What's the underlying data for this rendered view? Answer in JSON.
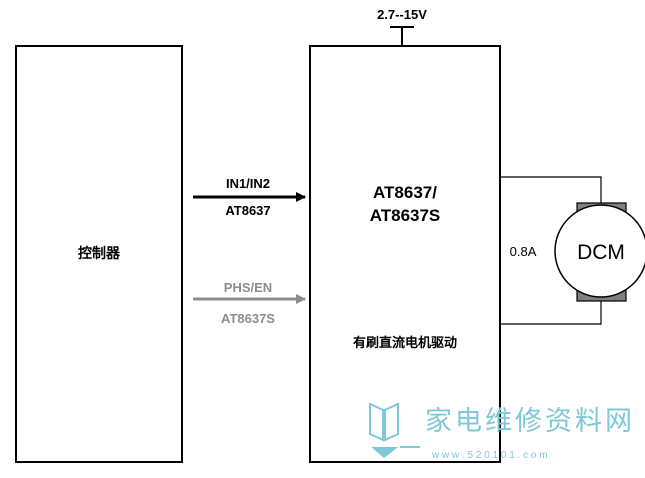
{
  "diagram": {
    "supply_label": "2.7--15V",
    "controller_label": "控制器",
    "driver_part_line1": "AT8637/",
    "driver_part_line2": "AT8637S",
    "driver_caption": "有刷直流电机驱动",
    "signal1_top": "IN1/IN2",
    "signal1_bottom": "AT8637",
    "signal2_top": "PHS/EN",
    "signal2_bottom": "AT8637S",
    "current_label": "0.8A",
    "motor_label": "DCM",
    "colors": {
      "line": "#000000",
      "signal2": "#8c8c8c",
      "motor_body": "#ffffff",
      "motor_cap": "#808080",
      "watermark": "#7ec8d8"
    }
  },
  "watermark": {
    "cn_text": "家电维修资料网",
    "url_text": "w w w . 5 2 0 1 0 1 . c o m"
  }
}
